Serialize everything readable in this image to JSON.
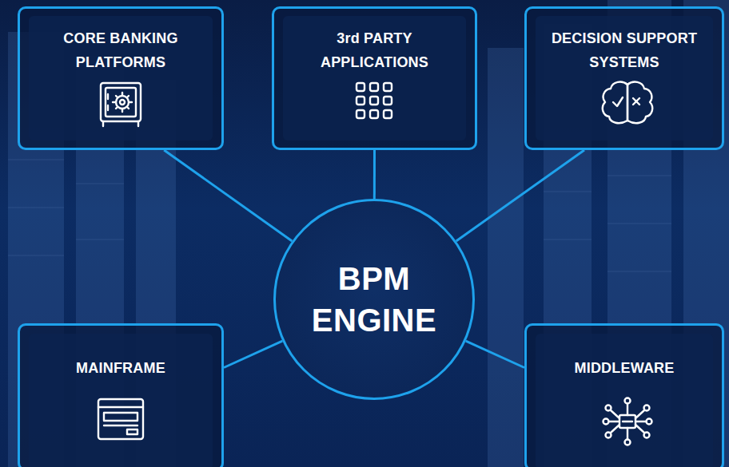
{
  "diagram": {
    "nodes": [
      {
        "text": [
          "CORE BANKING PLATFORMS"
        ]
      },
      {
        "text": [
          "3rd PARTY APPLICATIONS"
        ]
      },
      {
        "text": [
          "DECISION SUPPORT SYSTEMS"
        ]
      },
      {
        "text": [
          "BPM ENGINE"
        ]
      },
      {
        "text": [
          "MAINFRAME"
        ]
      },
      {
        "text": [
          "MIDDLEWARE"
        ]
      }
    ],
    "edges": [
      {
        "from": 3,
        "to": 0,
        "arrow": "none"
      },
      {
        "from": 3,
        "to": 1,
        "arrow": "none"
      },
      {
        "from": 3,
        "to": 2,
        "arrow": "none"
      },
      {
        "from": 3,
        "to": 4,
        "arrow": "none"
      },
      {
        "from": 3,
        "to": 5,
        "arrow": "none"
      }
    ]
  }
}
